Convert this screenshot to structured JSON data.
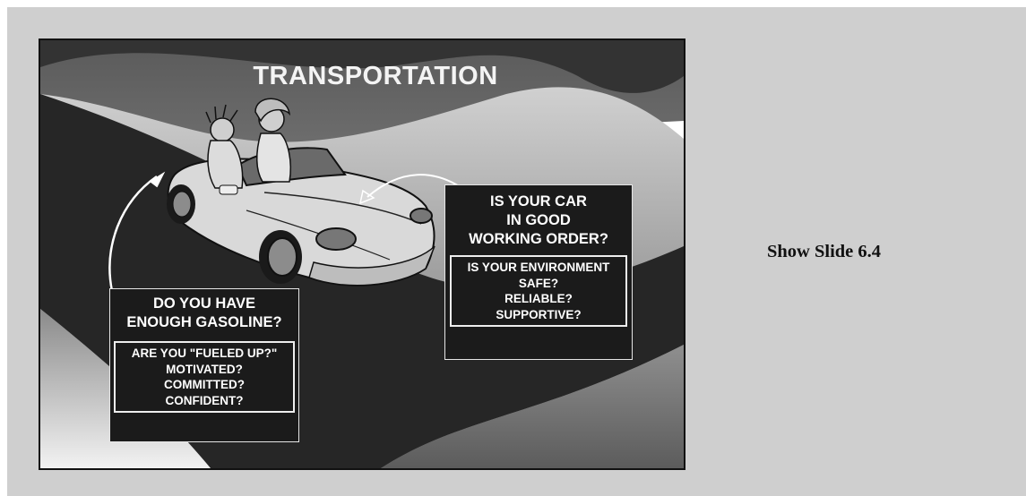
{
  "slide": {
    "title": "TRANSPORTATION",
    "car_callout": {
      "question_lines": [
        "IS YOUR CAR",
        "IN GOOD",
        "WORKING ORDER?"
      ],
      "sub_lines": [
        "IS YOUR ENVIRONMENT",
        "SAFE?",
        "RELIABLE?",
        "SUPPORTIVE?"
      ]
    },
    "gas_callout": {
      "question_lines": [
        "DO YOU HAVE",
        "ENOUGH GASOLINE?"
      ],
      "sub_lines": [
        "ARE YOU \"FUELED UP?\"",
        "MOTIVATED?",
        "COMMITTED?",
        "CONFIDENT?"
      ]
    },
    "illustration": "convertible-car-with-two-passengers"
  },
  "caption": "Show Slide 6.4",
  "colors": {
    "panel_background": "#cfcfcf",
    "callout_background": "#1b1b1b",
    "road": "#262626"
  }
}
